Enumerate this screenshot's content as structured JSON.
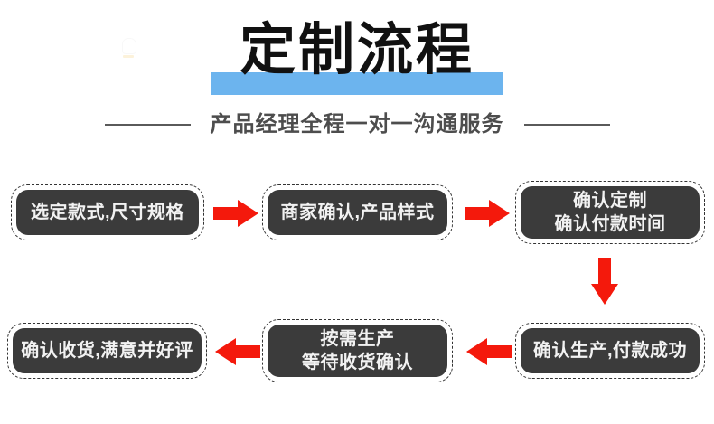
{
  "header": {
    "title": "定制流程",
    "subtitle": "产品经理全程一对一沟通服务",
    "highlight_color": "#6cb4ee",
    "title_color": "#111111",
    "subtitle_color": "#4d4d4d",
    "rule_color": "#5a5a5a"
  },
  "flow": {
    "node_fill": "#3b3b3b",
    "node_text_color": "#f2f2f2",
    "node_border_color": "#333333",
    "arrow_color": "#f4190c",
    "nodes": [
      {
        "id": "step-1",
        "lines": [
          "选定款式,尺寸规格"
        ]
      },
      {
        "id": "step-2",
        "lines": [
          "商家确认,产品样式"
        ]
      },
      {
        "id": "step-3",
        "lines": [
          "确认定制",
          "确认付款时间"
        ]
      },
      {
        "id": "step-4",
        "lines": [
          "确认生产,付款成功"
        ]
      },
      {
        "id": "step-5",
        "lines": [
          "按需生产",
          "等待收货确认"
        ]
      },
      {
        "id": "step-6",
        "lines": [
          "确认收货,满意并好评"
        ]
      }
    ],
    "arrows": [
      {
        "id": "arrow-1",
        "direction": "right"
      },
      {
        "id": "arrow-2",
        "direction": "right"
      },
      {
        "id": "arrow-3",
        "direction": "down"
      },
      {
        "id": "arrow-4",
        "direction": "left"
      },
      {
        "id": "arrow-5",
        "direction": "left"
      }
    ]
  }
}
